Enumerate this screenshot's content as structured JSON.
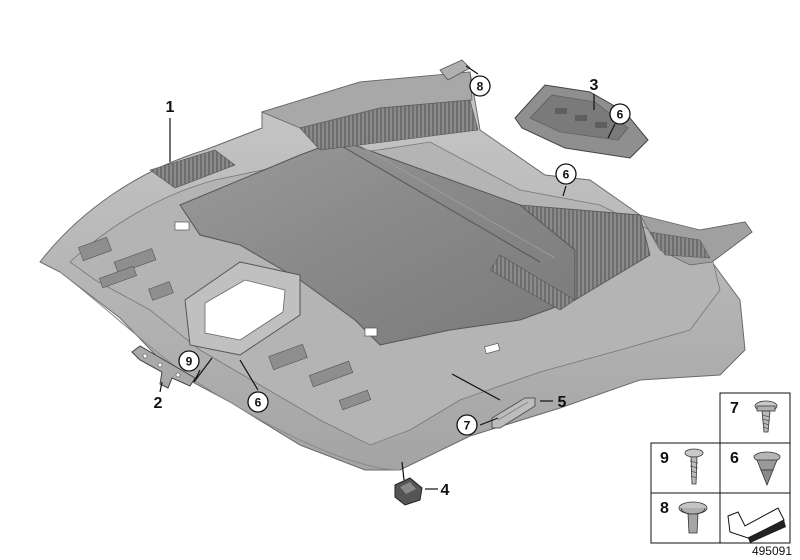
{
  "diagram": {
    "callouts": {
      "c1": "1",
      "c2": "2",
      "c3": "3",
      "c4": "4",
      "c5": "5",
      "c6a": "6",
      "c6b": "6",
      "c6c": "6",
      "c7": "7",
      "c8": "8",
      "c9": "9"
    },
    "legend": {
      "cell7": "7",
      "cell9": "9",
      "cell6": "6",
      "cell8": "8"
    },
    "document_number": "495091"
  }
}
